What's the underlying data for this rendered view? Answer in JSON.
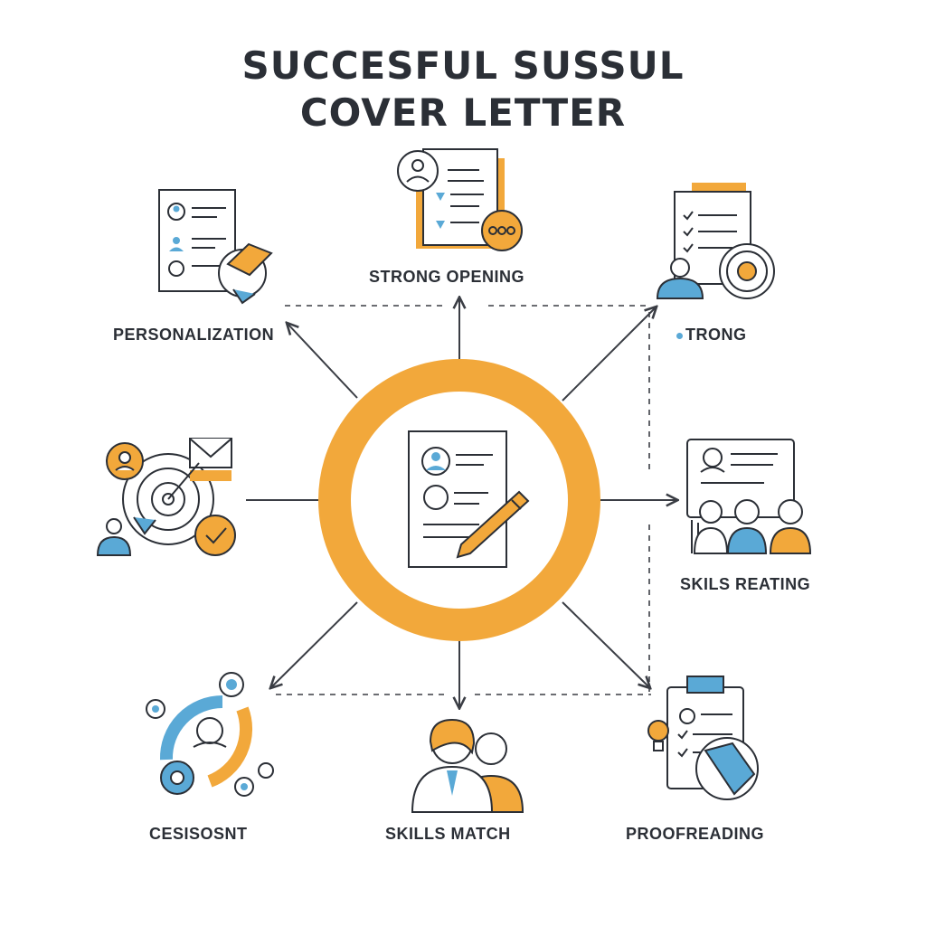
{
  "title": {
    "line1": "SUCCESFUL SUSSUL",
    "line2": "COVER LETTER"
  },
  "nodes": {
    "strong_opening": "STRONG OPENING",
    "personalization": "PERSONALIZATION",
    "trong": "TRONG",
    "skills_reating": "SKILS REATING",
    "cesisosnt": "CESISOSNT",
    "skills_match": "SKILLS MATCH",
    "proofreading": "PROOFREADING"
  },
  "colors": {
    "orange": "#f2a83b",
    "blue": "#5aa9d6",
    "ink": "#2b2f36",
    "line": "#3a3d44"
  },
  "icons": {
    "center": "cover-letter-pen-icon",
    "strong_opening": "document-profile-icon",
    "personalization": "personal-document-icon",
    "trong": "checklist-gear-icon",
    "left": "target-mail-icon",
    "skills_reating": "presentation-team-icon",
    "cesisosnt": "gears-cycle-icon",
    "skills_match": "people-icon",
    "proofreading": "clipboard-check-icon"
  }
}
